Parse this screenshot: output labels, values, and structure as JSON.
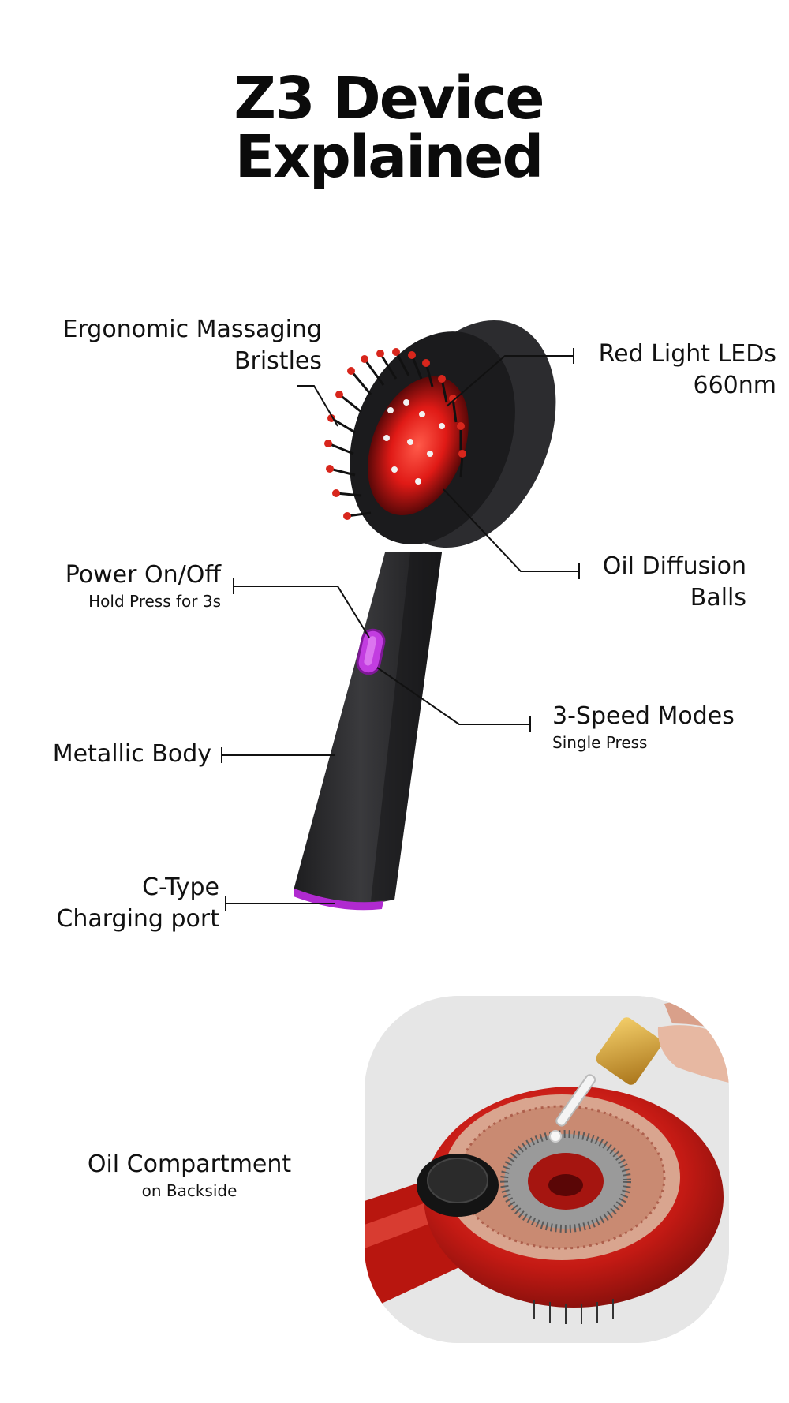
{
  "page": {
    "title_line1": "Z3 Device",
    "title_line2": "Explained"
  },
  "callouts": {
    "bristles": {
      "line1": "Ergonomic Massaging",
      "line2": "Bristles"
    },
    "red_light": {
      "line1": "Red Light LEDs",
      "line2": "660nm"
    },
    "power": {
      "title": "Power On/Off",
      "sub": "Hold Press for 3s"
    },
    "oil_balls": {
      "line1": "Oil Diffusion",
      "line2": "Balls"
    },
    "speed": {
      "title": "3-Speed Modes",
      "sub": "Single Press"
    },
    "body": {
      "title": "Metallic Body"
    },
    "charging": {
      "line1": "C-Type",
      "line2": "Charging port"
    },
    "oil_compartment": {
      "title": "Oil Compartment",
      "sub": "on Backside"
    }
  },
  "colors": {
    "device_body": "#2b2b2d",
    "button_accent": "#b02ad0",
    "led_red": "#ff2a2a",
    "compartment_red": "#c41a14",
    "dropper_gold": "#d4a02a"
  }
}
